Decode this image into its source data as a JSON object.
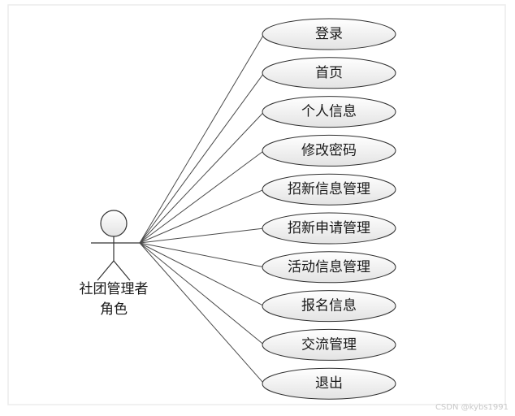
{
  "actor": {
    "label_line1": "社团管理者",
    "label_line2": "角色"
  },
  "use_cases": [
    {
      "label": "登录"
    },
    {
      "label": "首页"
    },
    {
      "label": "个人信息"
    },
    {
      "label": "修改密码"
    },
    {
      "label": "招新信息管理"
    },
    {
      "label": "招新申请管理"
    },
    {
      "label": "活动信息管理"
    },
    {
      "label": "报名信息"
    },
    {
      "label": "交流管理"
    },
    {
      "label": "退出"
    }
  ],
  "watermark": "CSDN @kybs1991",
  "colors": {
    "ellipse_fill_top": "#ffffff",
    "ellipse_fill_bottom": "#e3e3e3",
    "line": "#4a4a4a"
  }
}
